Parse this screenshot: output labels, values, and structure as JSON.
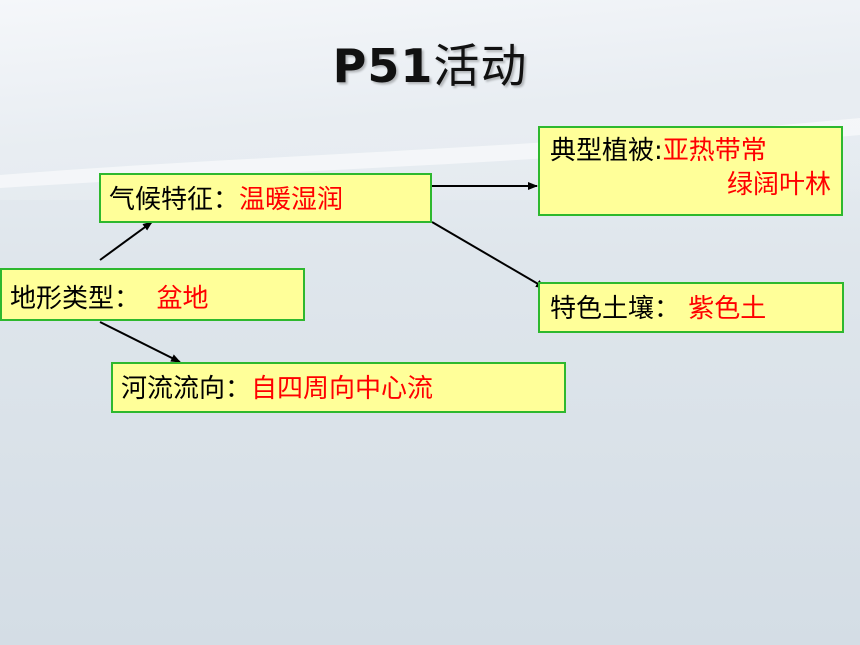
{
  "title": {
    "num": "P51",
    "text": "活动"
  },
  "nodes": {
    "landform": {
      "label": "地形类型：",
      "value": "盆地"
    },
    "climate": {
      "label": "气候特征：",
      "value": "温暖湿润"
    },
    "river": {
      "label": "河流流向：",
      "value": "自四周向中心流"
    },
    "vegetation": {
      "label": "典型植被:",
      "value_line1": "亚热带常",
      "value_line2": "绿阔叶林"
    },
    "soil": {
      "label": "特色土壤：",
      "value": "紫色土"
    }
  },
  "colors": {
    "box_fill": "#ffff99",
    "box_border": "#2eb82e",
    "value_text": "#ff0000"
  }
}
